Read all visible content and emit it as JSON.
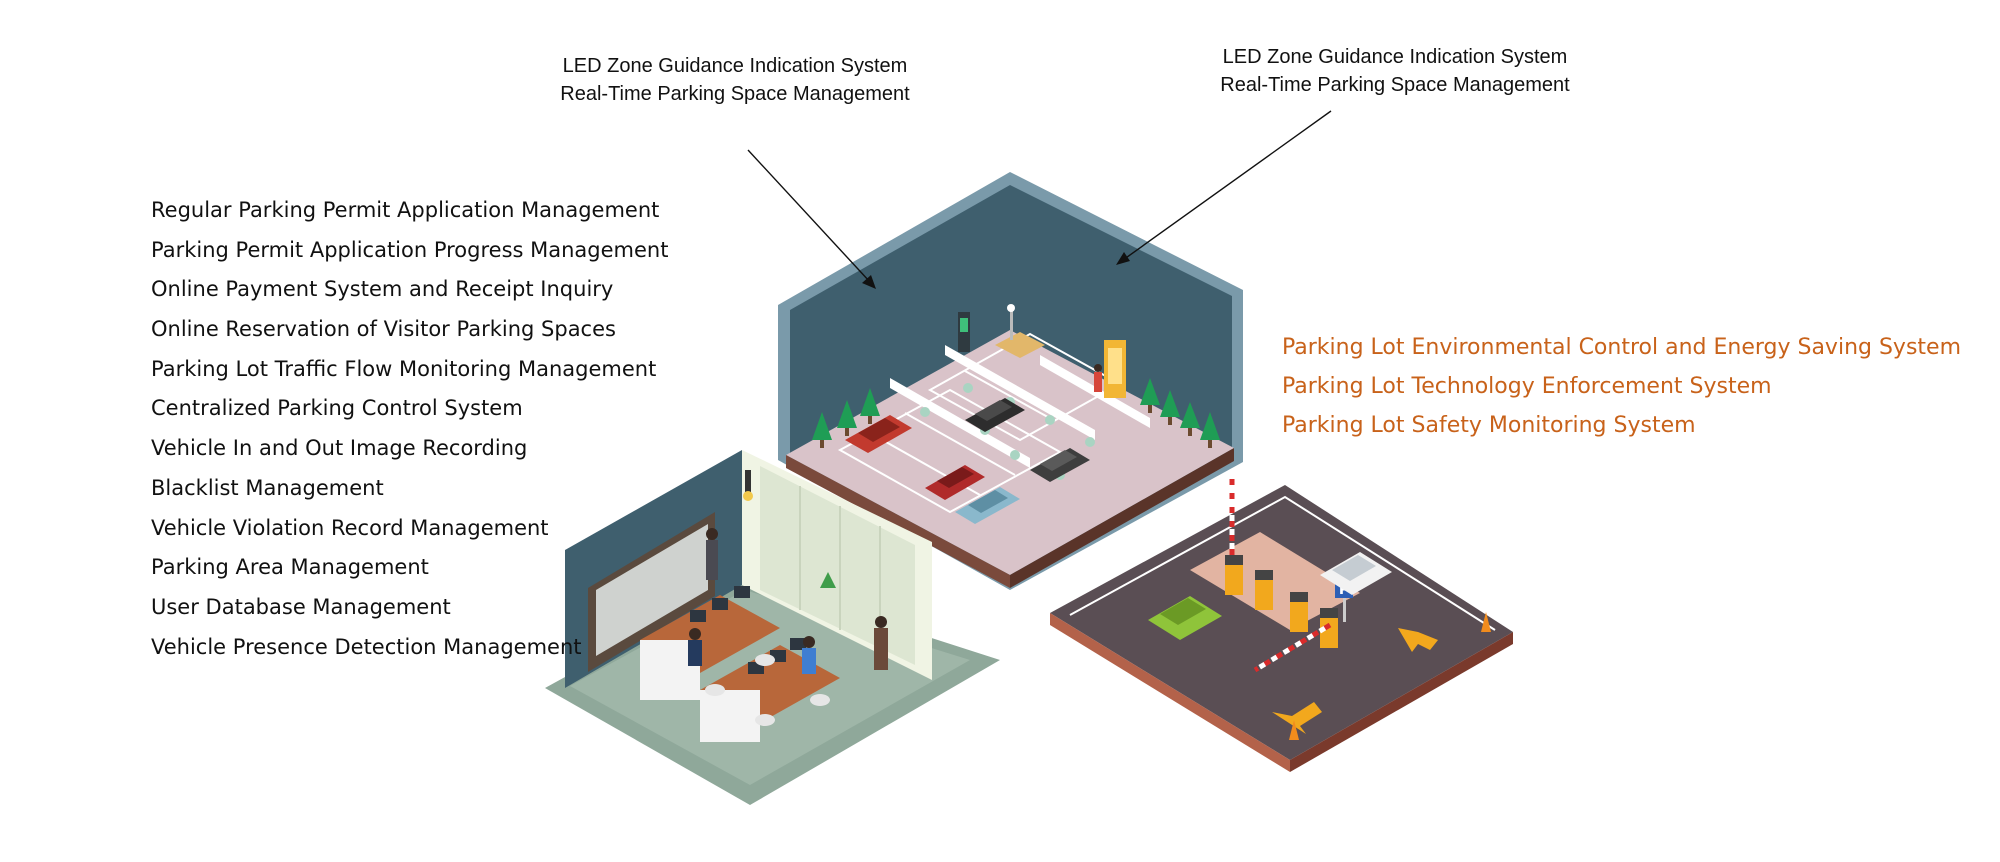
{
  "callouts": {
    "left": {
      "line1": "LED Zone Guidance Indication System",
      "line2": "Real-Time Parking Space Management"
    },
    "right": {
      "line1": "LED Zone Guidance Indication System",
      "line2": "Real-Time Parking Space Management"
    }
  },
  "features_left": [
    "Regular Parking Permit Application Management",
    "Parking Permit Application Progress Management",
    "Online Payment System and Receipt Inquiry",
    "Online Reservation of Visitor Parking Spaces",
    "Parking Lot Traffic Flow Monitoring Management",
    "Centralized Parking Control System",
    "Vehicle In and Out Image Recording",
    "Blacklist Management",
    "Vehicle Violation Record Management",
    "Parking Area Management",
    "User Database Management",
    "Vehicle Presence Detection Management"
  ],
  "features_right": [
    "Parking Lot Environmental Control and Energy Saving System",
    "Parking Lot Technology Enforcement System",
    "Parking Lot Safety Monitoring System"
  ],
  "colors": {
    "text": "#111111",
    "accent_orange": "#c8621a",
    "garage_wall": "#3f5f6e",
    "garage_floor": "#d9c3c9",
    "gate_floor": "#5a4e54",
    "office_floor": "#8fa89a"
  },
  "icons": {
    "parking_sign": "P"
  }
}
